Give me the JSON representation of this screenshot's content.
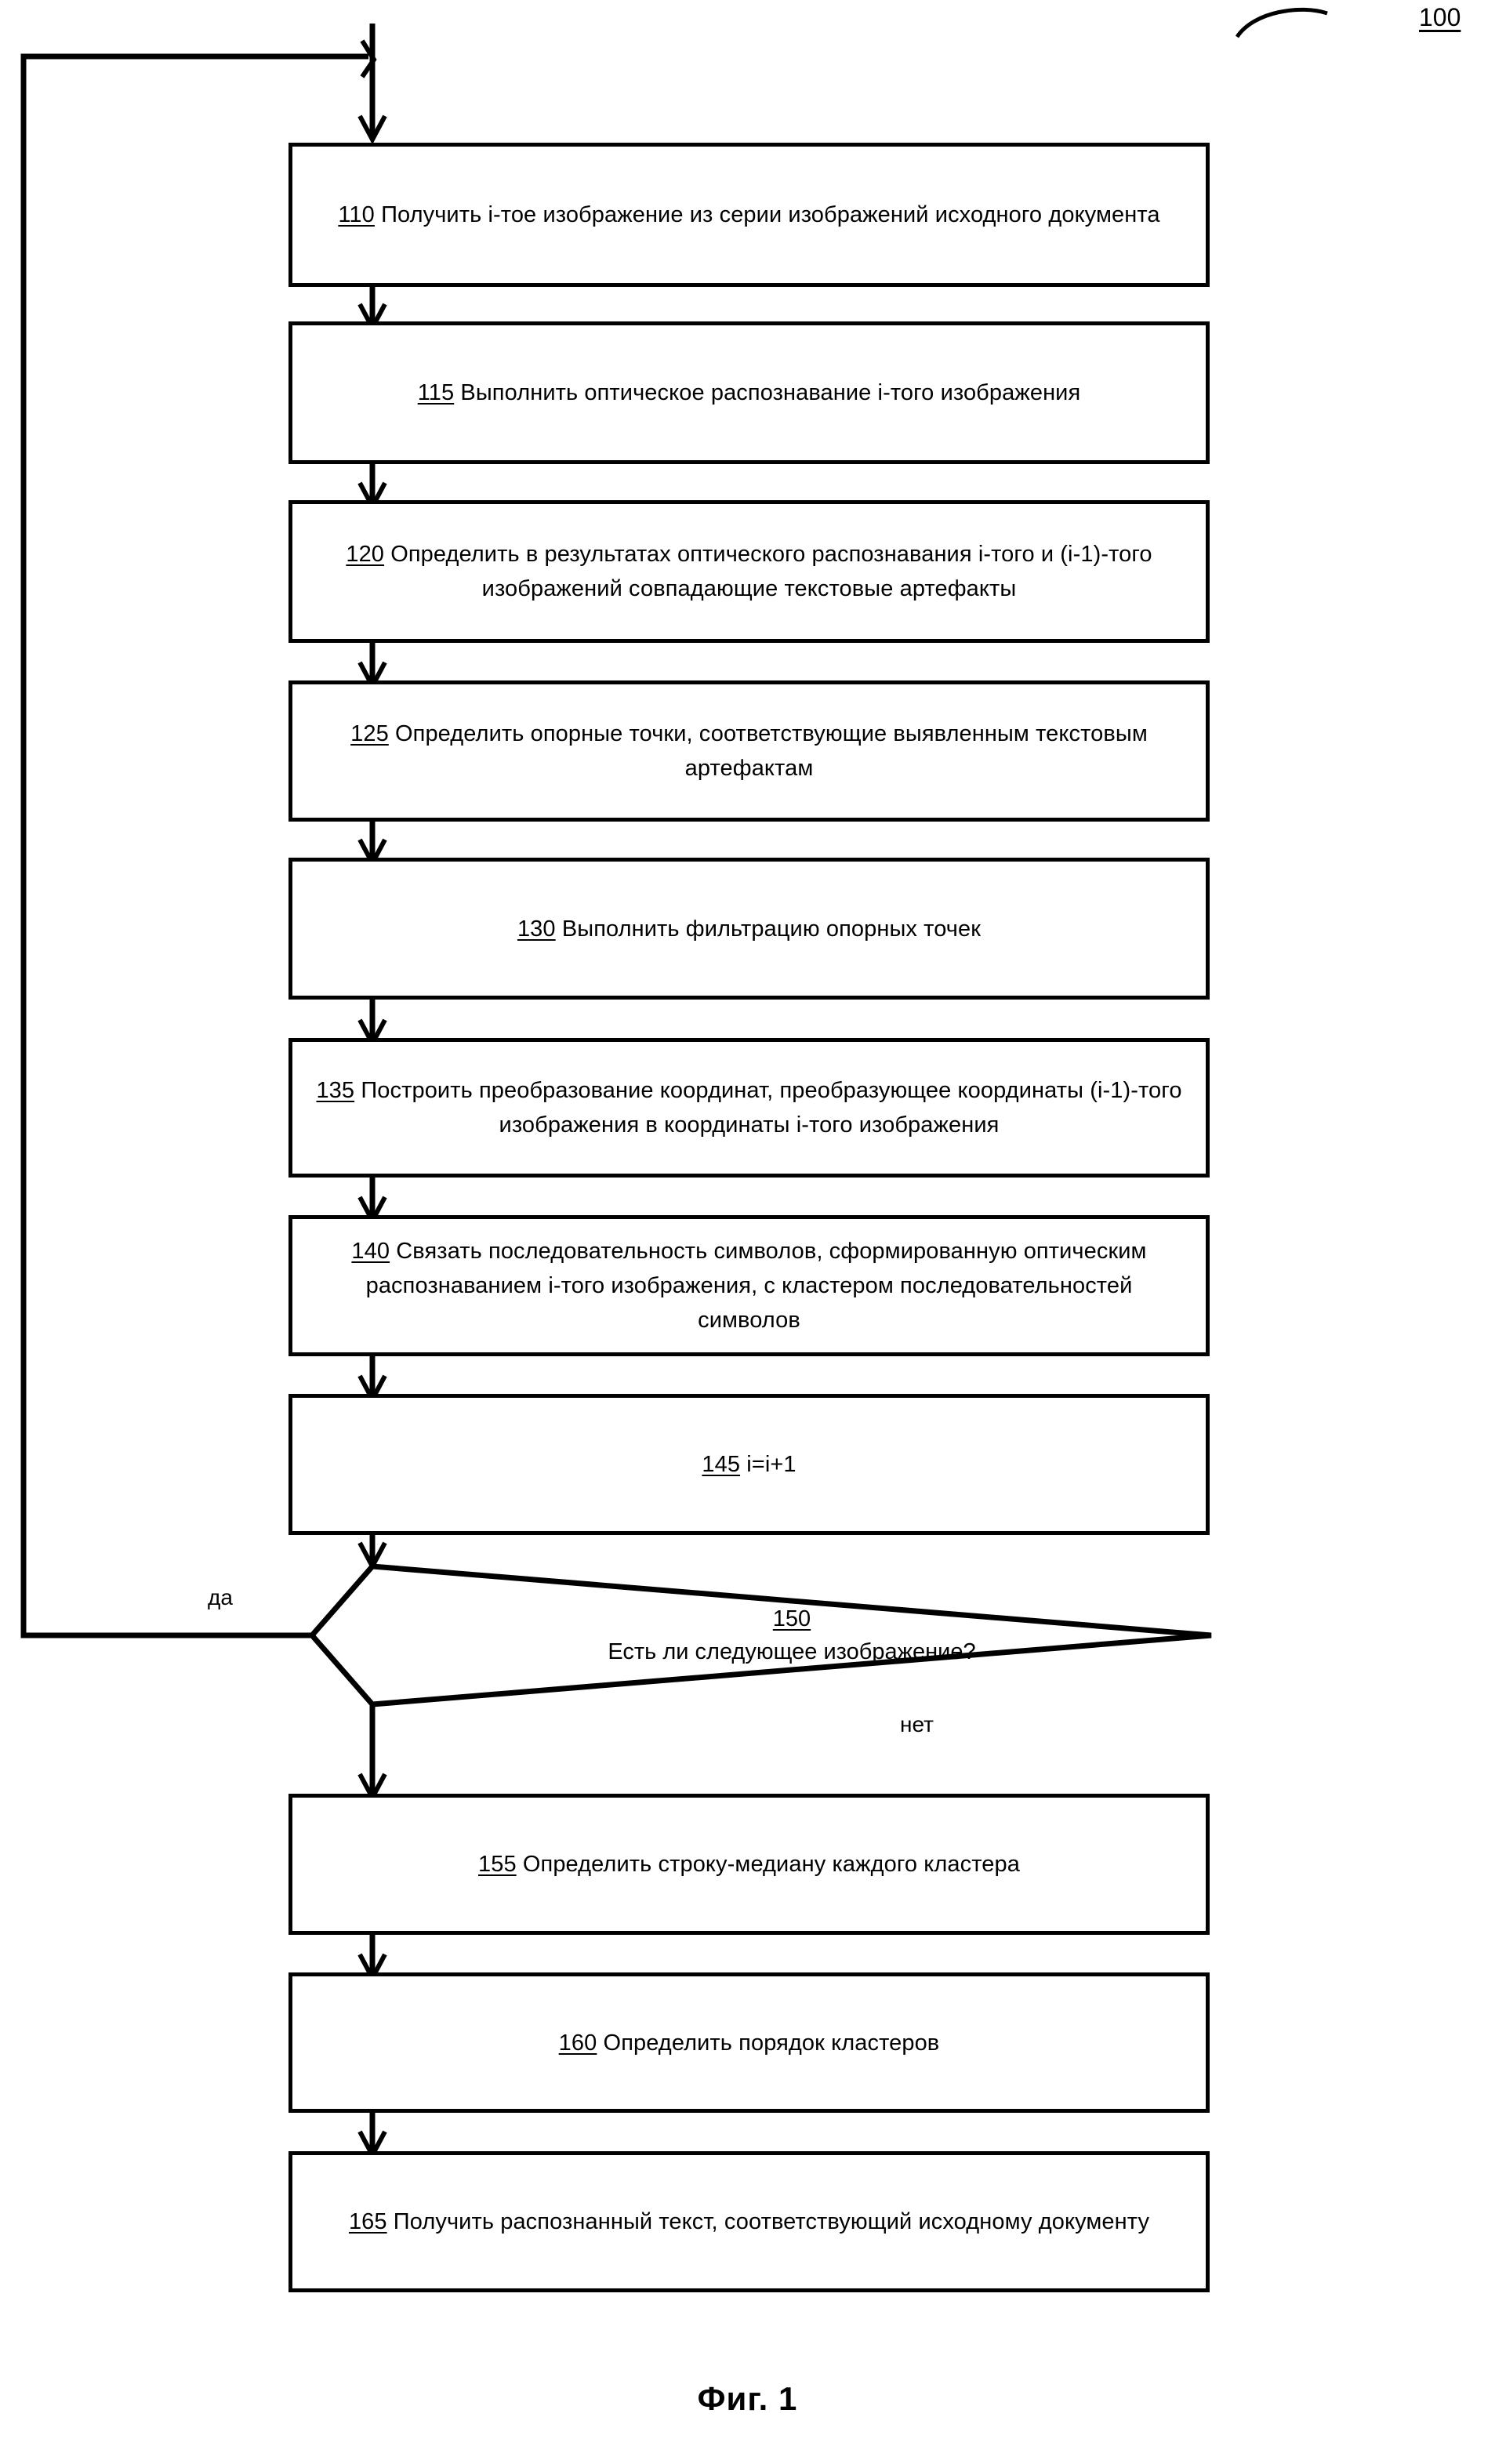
{
  "figure": {
    "callout_label": "100",
    "caption": "Фиг. 1"
  },
  "nodes": [
    {
      "id": "110",
      "ref": "110",
      "text": "Получить i-тое изображение из серии изображений исходного документа",
      "shape": "process"
    },
    {
      "id": "115",
      "ref": "115",
      "text": "Выполнить оптическое распознавание i-того изображения",
      "shape": "process"
    },
    {
      "id": "120",
      "ref": "120",
      "text": "Определить в результатах оптического распознавания i-того и (i-1)-того изображений совпадающие текстовые артефакты",
      "shape": "process"
    },
    {
      "id": "125",
      "ref": "125",
      "text": "Определить опорные точки, соответствующие выявленным текстовым артефактам",
      "shape": "process"
    },
    {
      "id": "130",
      "ref": "130",
      "text": "Выполнить фильтрацию опорных точек",
      "shape": "process"
    },
    {
      "id": "135",
      "ref": "135",
      "text": "Построить преобразование координат, преобразующее координаты (i-1)-того изображения в координаты i-того изображения",
      "shape": "process"
    },
    {
      "id": "140",
      "ref": "140",
      "text": "Связать последовательность символов, сформированную оптическим распознаванием i-того изображения, с кластером последовательностей символов",
      "shape": "process"
    },
    {
      "id": "145",
      "ref": "145",
      "text": "i=i+1",
      "shape": "process"
    },
    {
      "id": "150",
      "ref": "150",
      "text": "Есть ли следующее изображение?",
      "shape": "decision"
    },
    {
      "id": "155",
      "ref": "155",
      "text": "Определить строку-медиану каждого кластера",
      "shape": "process"
    },
    {
      "id": "160",
      "ref": "160",
      "text": "Определить порядок кластеров",
      "shape": "process"
    },
    {
      "id": "165",
      "ref": "165",
      "text": "Получить распознанный текст, соответствующий исходному документу",
      "shape": "process"
    }
  ],
  "edge_labels": {
    "yes": "да",
    "no": "нет"
  },
  "colors": {
    "stroke": "#000000",
    "fill": "#ffffff",
    "text": "#000000"
  }
}
